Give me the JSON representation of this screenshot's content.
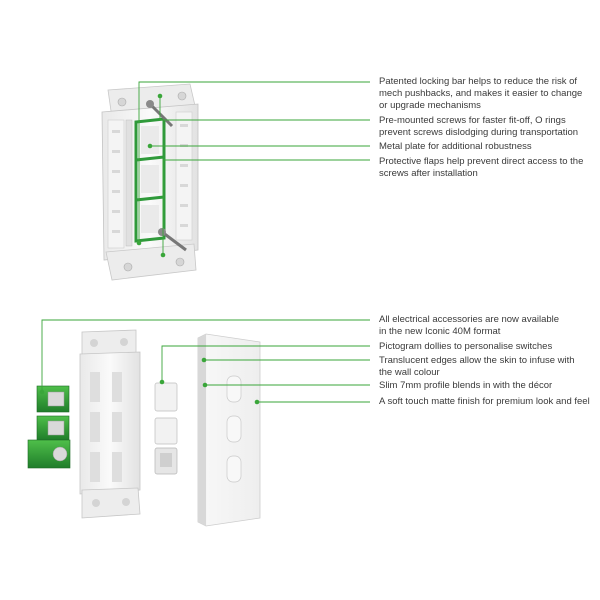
{
  "colors": {
    "leader": "#3aa63a",
    "accent_green": "#2f9a3a",
    "text": "#3a3a3a",
    "plate": "#f3f3f3",
    "plate_edge": "#cfcfcf"
  },
  "top_callouts": [
    {
      "lines": [
        "Patented locking bar helps to reduce the risk of",
        "mech pushbacks, and makes it easier to change",
        "or upgrade mechanisms"
      ]
    },
    {
      "lines": [
        "Pre-mounted screws for faster fit-off, O rings",
        "prevent screws dislodging during transportation"
      ]
    },
    {
      "lines": [
        "Metal plate for additional robustness"
      ]
    },
    {
      "lines": [
        "Protective flaps help prevent direct access to the",
        "screws after installation"
      ]
    }
  ],
  "bottom_callouts": [
    {
      "lines": [
        "All electrical accessories are now available",
        "in the new Iconic 40M format"
      ]
    },
    {
      "lines": [
        "Pictogram dollies to personalise switches"
      ]
    },
    {
      "lines": [
        "Translucent edges allow the skin to infuse with",
        "the wall colour"
      ]
    },
    {
      "lines": [
        "Slim 7mm profile blends in with the décor"
      ]
    },
    {
      "lines": [
        "A soft touch matte finish for premium look and feel"
      ]
    }
  ]
}
